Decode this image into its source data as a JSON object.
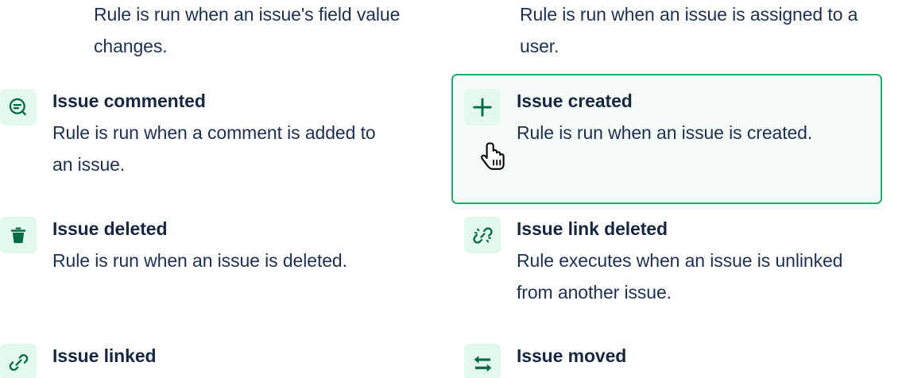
{
  "theme": {
    "page_background": "#ffffff",
    "icon_tile_background": "#e3f9ec",
    "icon_color": "#056b43",
    "selected_border": "#2aa86c",
    "selected_background": "#f5fcf8",
    "title_color": "#16273f",
    "body_color": "#1e3050"
  },
  "continuations": {
    "left": "Rule is run when an issue's field value changes.",
    "right": "Rule is run when an issue is assigned to a user."
  },
  "triggers": {
    "left_column": [
      {
        "icon": "comment-icon",
        "title": "Issue commented",
        "description": "Rule is run when a comment is added to an issue.",
        "selected": false
      },
      {
        "icon": "trash-icon",
        "title": "Issue deleted",
        "description": "Rule is run when an issue is deleted.",
        "selected": false
      },
      {
        "icon": "link-icon",
        "title": "Issue linked",
        "description": "",
        "selected": false
      }
    ],
    "right_column": [
      {
        "icon": "plus-icon",
        "title": "Issue created",
        "description": "Rule is run when an issue is created.",
        "selected": true
      },
      {
        "icon": "broken-link-icon",
        "title": "Issue link deleted",
        "description": "Rule executes when an issue is unlinked from another issue.",
        "selected": false
      },
      {
        "icon": "swap-arrows-icon",
        "title": "Issue moved",
        "description": "",
        "selected": false
      }
    ]
  },
  "pointer": {
    "icon": "hand-pointer-cursor"
  }
}
